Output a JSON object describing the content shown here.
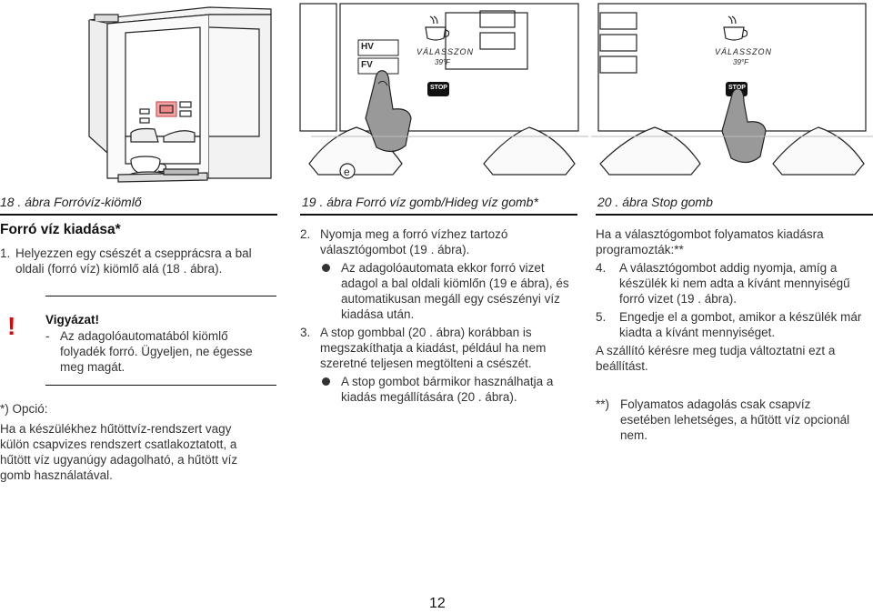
{
  "figures": {
    "fig18_caption": "18 . ábra Forróvíz-kiömlő",
    "fig19_caption": "19 . ábra Forró víz gomb/Hideg víz gomb*",
    "fig20_caption": "20 . ábra Stop gomb",
    "fig19_panel": {
      "hv_label": "HV",
      "fv_label": "FV",
      "display_line1": "VÁLASSZON",
      "display_line2": "39°F",
      "stop_label": "STOP",
      "spout_marker": "e"
    },
    "fig20_panel": {
      "display_line1": "VÁLASSZON",
      "display_line2": "39°F",
      "stop_label": "STOP"
    }
  },
  "col1": {
    "heading": "Forró víz kiadása*",
    "step1_num": "1.",
    "step1": "Helyezzen egy csészét a csepprácsra a bal oldali (forró víz) kiömlő alá (18 . ábra).",
    "warning_title": "Vigyázat!",
    "warning_dash": "-",
    "warning_text": "Az adagolóautomatából kiömlő folyadék forró. Ügyeljen, ne égesse meg magát.",
    "option_label": "*) Opció:",
    "option_text": "Ha a készülékhez hűtöttvíz-rendszert vagy külön csapvizes rendszert csatlakoztatott, a hűtött víz ugyanúgy adagolható, a hűtött víz gomb használatával."
  },
  "col2": {
    "step2_num": "2.",
    "step2": "Nyomja meg a forró vízhez tartozó választógombot (19 . ábra).",
    "bullet1": "Az adagolóautomata ekkor forró vizet adagol a bal oldali kiömlőn (19 e ábra), és automatikusan megáll egy csészényi víz kiadása után.",
    "step3_num": "3.",
    "step3": "A stop gombbal (20 . ábra) korábban is megszakíthatja a kiadást, például ha nem szeretné teljesen megtölteni a csészét.",
    "bullet2": "A stop gombot bármikor használhatja a kiadás megállítására (20 . ábra)."
  },
  "col3": {
    "intro": "Ha a választógombot folyamatos kiadásra programozták:**",
    "step4_num": "4.",
    "step4": "A választógombot addig nyomja, amíg a készülék ki nem adta a kívánt mennyiségű forró vizet (19 . ábra).",
    "step5_num": "5.",
    "step5": "Engedje el a gombot, amikor a készülék már kiadta a kívánt mennyiséget.",
    "supplier": "A szállító kérésre meg tudja változtatni ezt a beállítást.",
    "note_mark": "**)",
    "note_text": "Folyamatos adagolás csak csapvíz esetében lehetséges, a hűtött víz opcionál nem."
  },
  "page_number": "12"
}
